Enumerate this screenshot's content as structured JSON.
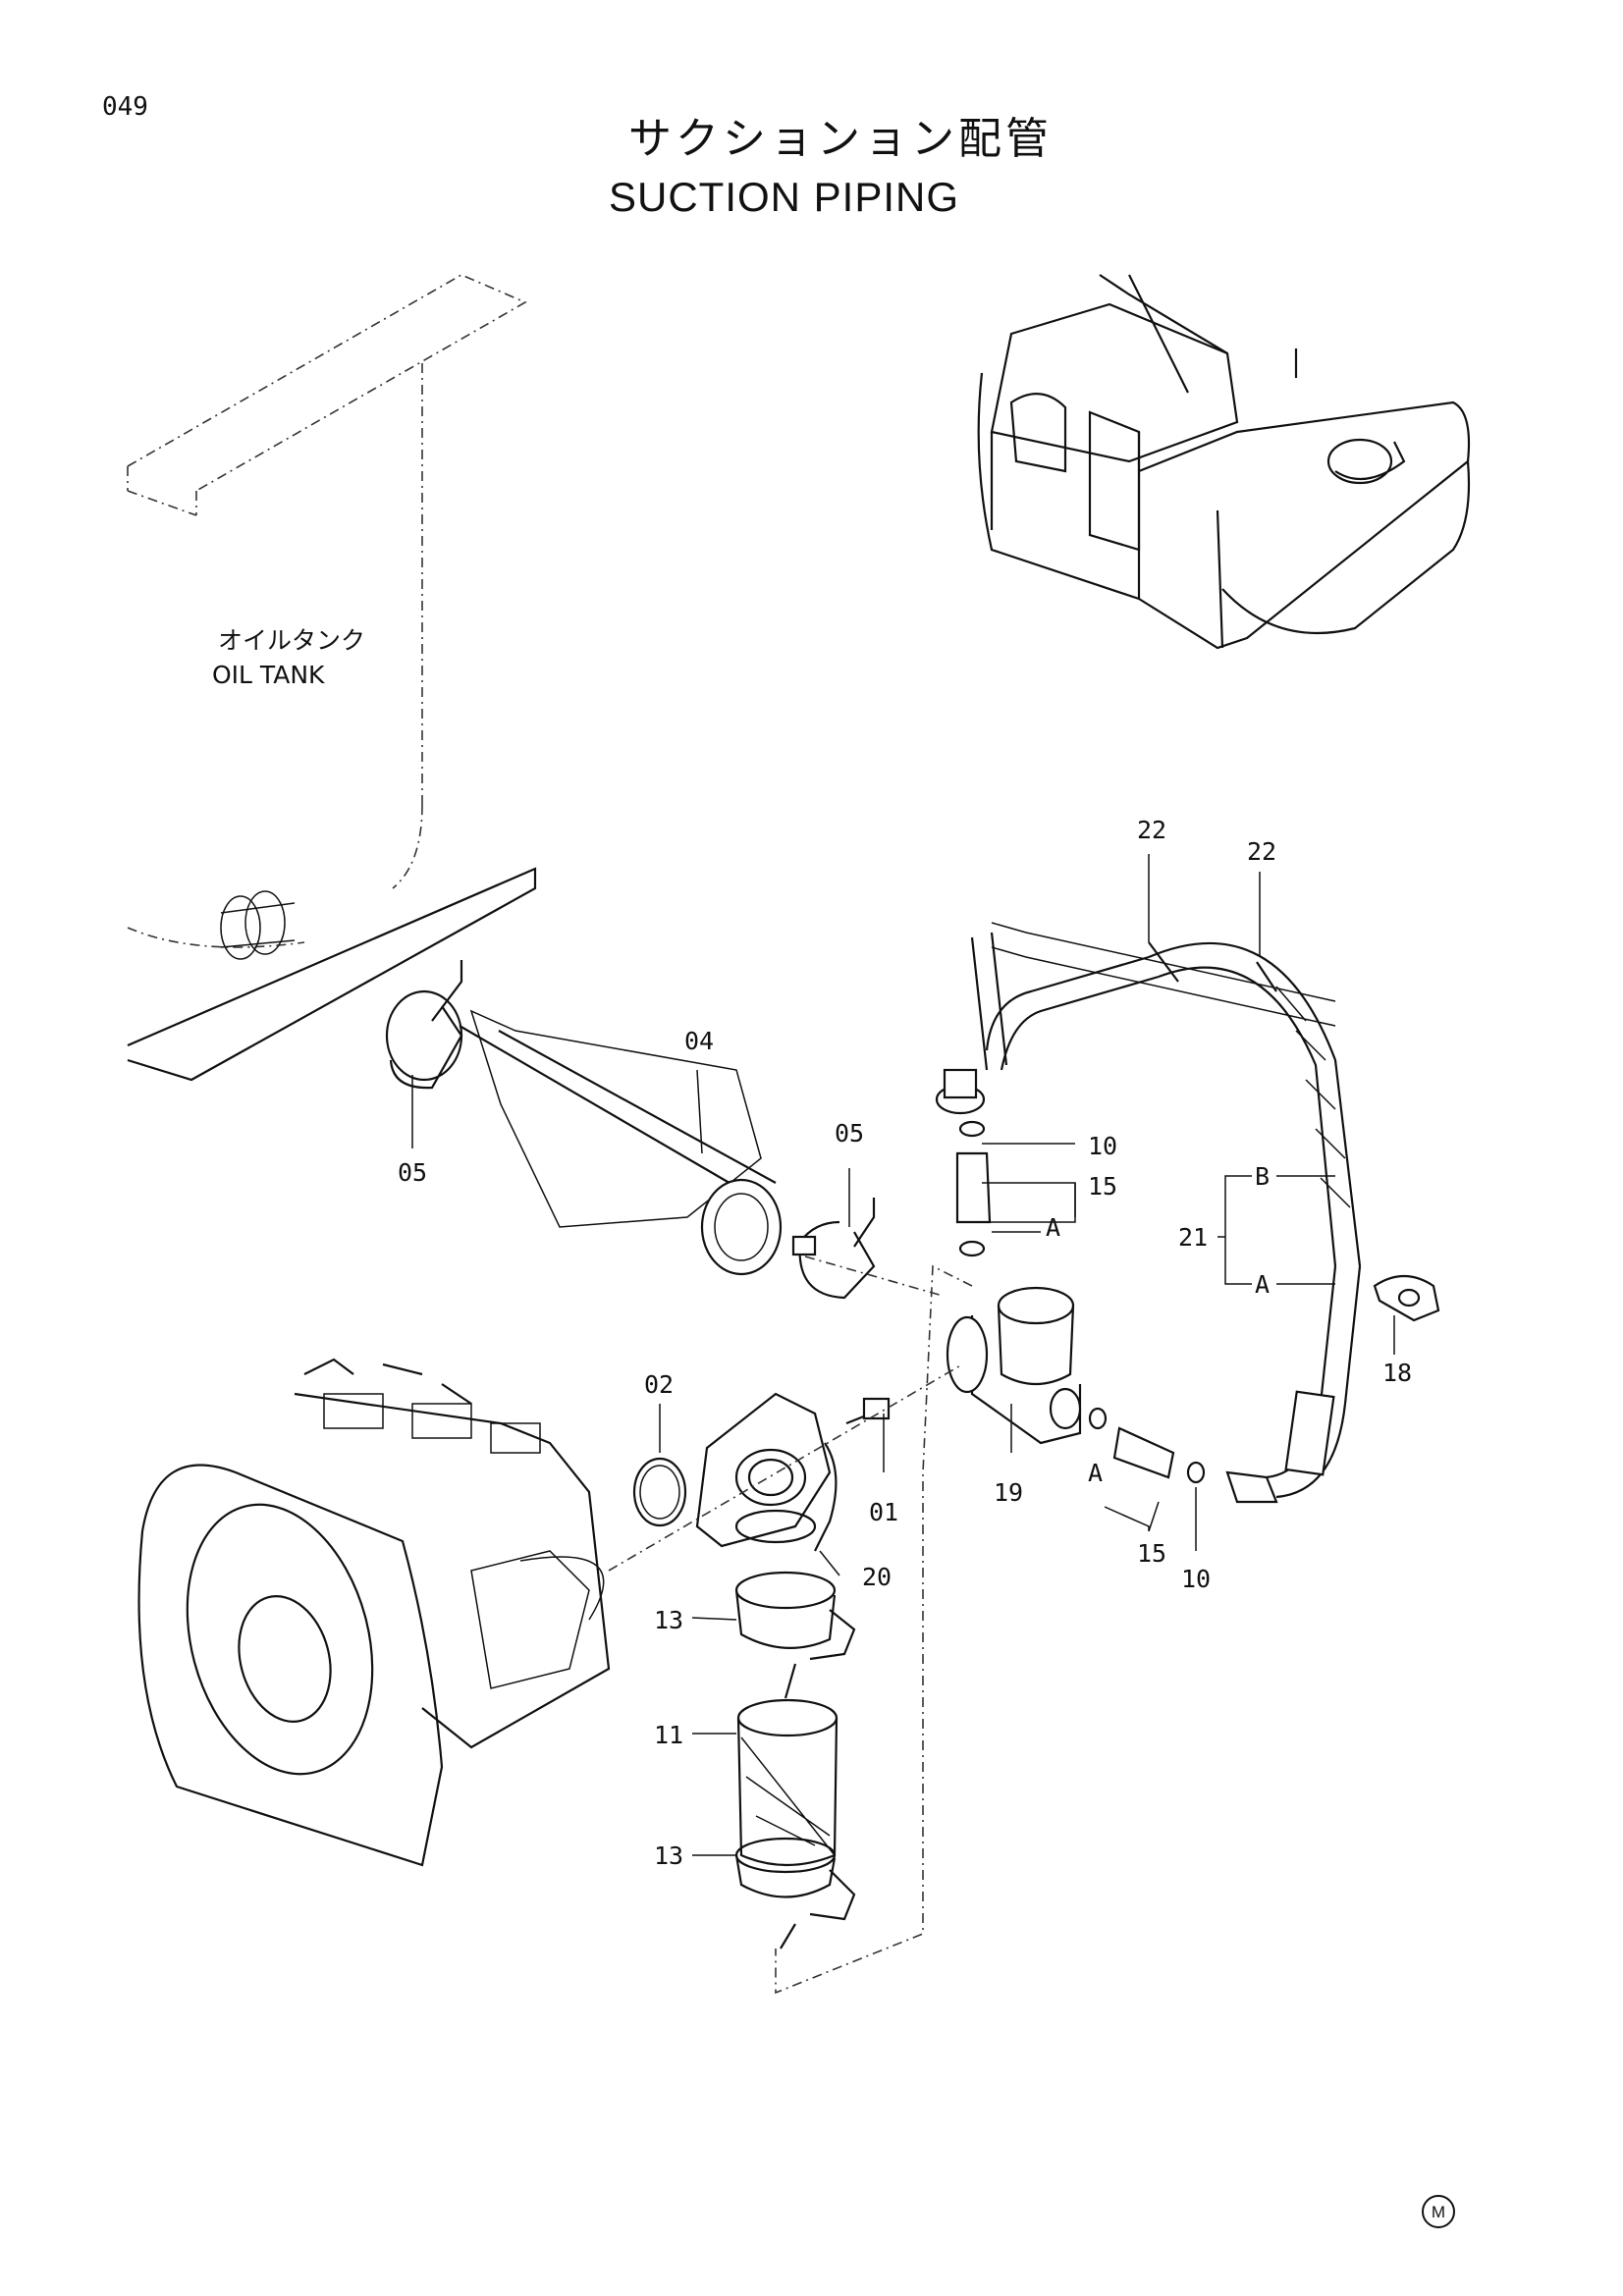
{
  "page": {
    "number": "049",
    "title_jp": "サクションョン配管",
    "title_en": "SUCTION PIPING"
  },
  "tank": {
    "label_jp": "オイルタンク",
    "label_en": "OIL TANK"
  },
  "callouts": {
    "c22a": "22",
    "c22b": "22",
    "c04": "04",
    "c05a": "05",
    "c05b": "05",
    "c10a": "10",
    "c15a": "15",
    "cA1": "A",
    "c21": "21",
    "cB": "B",
    "cA2": "A",
    "c18": "18",
    "c02": "02",
    "c19": "19",
    "c01": "01",
    "c20": "20",
    "cA3": "A",
    "c15b": "15",
    "c10b": "10",
    "c13a": "13",
    "c11": "11",
    "c13b": "13"
  },
  "mark": "M"
}
